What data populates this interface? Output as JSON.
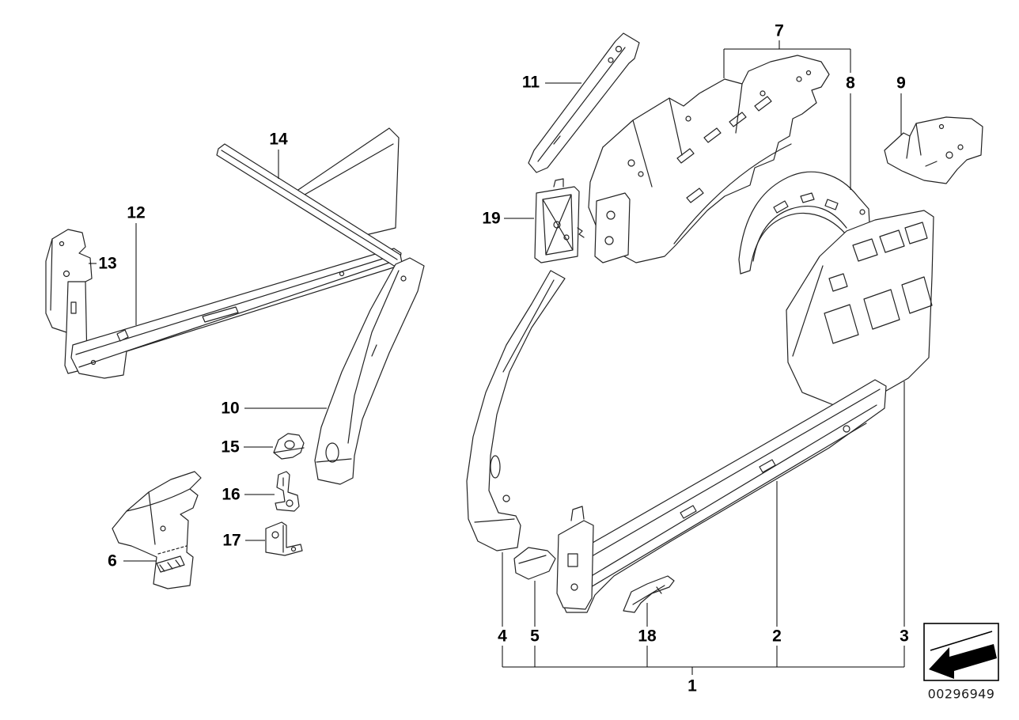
{
  "diagram": {
    "part_number": "00296949",
    "callouts": [
      {
        "label": "1"
      },
      {
        "label": "2"
      },
      {
        "label": "3"
      },
      {
        "label": "4"
      },
      {
        "label": "5"
      },
      {
        "label": "6"
      },
      {
        "label": "7"
      },
      {
        "label": "8"
      },
      {
        "label": "9"
      },
      {
        "label": "10"
      },
      {
        "label": "11"
      },
      {
        "label": "12"
      },
      {
        "label": "13"
      },
      {
        "label": "14"
      },
      {
        "label": "15"
      },
      {
        "label": "16"
      },
      {
        "label": "17"
      },
      {
        "label": "18"
      },
      {
        "label": "19"
      }
    ],
    "icons": {
      "direction_arrow": "arrow-down-left"
    }
  }
}
